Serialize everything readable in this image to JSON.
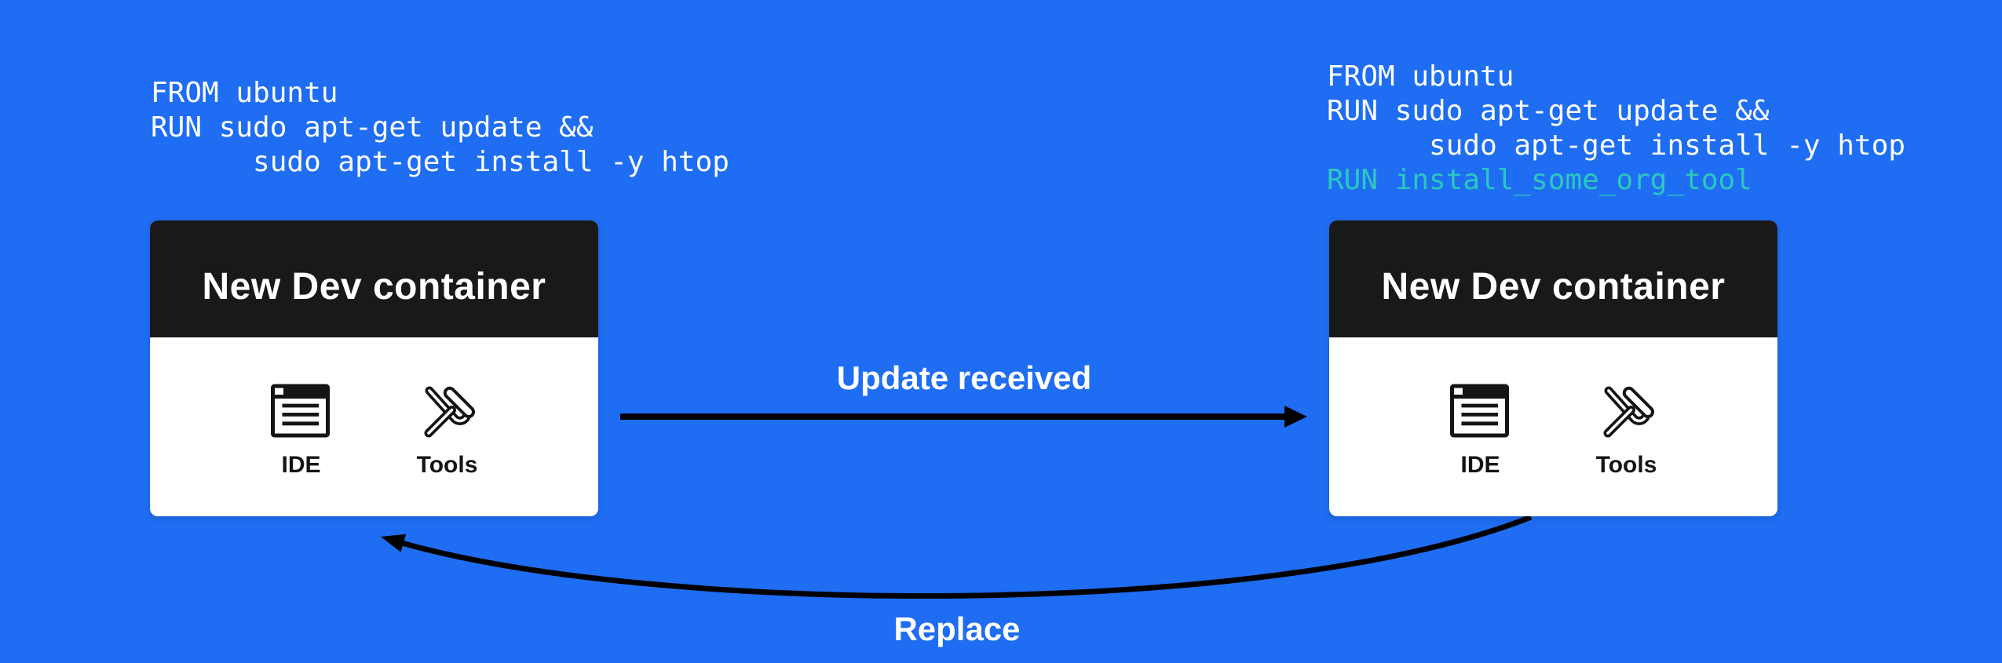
{
  "colors": {
    "background": "#1e6df3",
    "card_header": "#191919",
    "accent_teal": "#2bc8be",
    "arrow": "#000000",
    "code_text": "#ffffff"
  },
  "left_code": {
    "text": "FROM ubuntu\nRUN sudo apt-get update &&\n      sudo apt-get install -y htop"
  },
  "right_code": {
    "text_plain": "FROM ubuntu\nRUN sudo apt-get update &&\n      sudo apt-get install -y htop\n",
    "text_highlight": "RUN install_some_org_tool"
  },
  "left_card": {
    "title": "New Dev container",
    "items": [
      {
        "label": "IDE",
        "icon": "ide-window-icon"
      },
      {
        "label": "Tools",
        "icon": "crossed-tools-icon"
      }
    ]
  },
  "right_card": {
    "title": "New Dev container",
    "items": [
      {
        "label": "IDE",
        "icon": "ide-window-icon"
      },
      {
        "label": "Tools",
        "icon": "crossed-tools-icon"
      }
    ]
  },
  "arrows": {
    "update_label": "Update received",
    "replace_label": "Replace"
  }
}
